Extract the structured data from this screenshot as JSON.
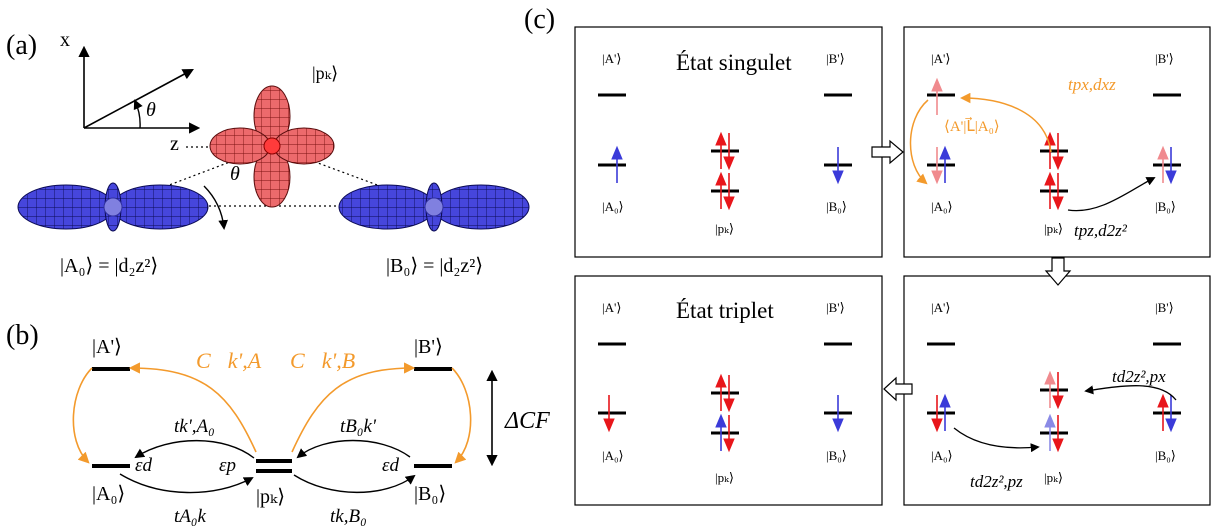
{
  "panels": {
    "a": "(a)",
    "b": "(b)",
    "c": "(c)"
  },
  "panel_a": {
    "axis_x": "x",
    "axis_z": "z",
    "theta": "θ",
    "pk_label": "|pₖ⟩",
    "a0_label": "|A₀⟩ = |d₂z²⟩",
    "b0_label": "|B₀⟩ = |d₂z²⟩"
  },
  "panel_b": {
    "a_prime": "|A'⟩",
    "b_prime": "|B'⟩",
    "a0": "|A₀⟩",
    "b0": "|B₀⟩",
    "pk": "|pₖ⟩",
    "eps_d_left": "εd",
    "eps_p": "εp",
    "eps_d_right": "εd",
    "c_ka": "C⃗k',A",
    "c_kb": "C⃗k',B",
    "t_k_a0": "tk',A₀",
    "t_b0_k": "tB₀k'",
    "t_a0_k": "tA₀k",
    "t_k_b0": "tk,B₀",
    "delta_cf": "ΔCF"
  },
  "panel_c": {
    "box1_title": "État singulet",
    "box3_title": "État triplet",
    "a_prime": "|A'⟩",
    "b_prime": "|B'⟩",
    "a0": "|A₀⟩",
    "b0": "|B₀⟩",
    "pk": "|pₖ⟩",
    "box2_t_top": "tpx,dxz",
    "box2_matrix": "⟨A'|L⃗|A₀⟩",
    "box2_t_bottom": "tpz,d2z²",
    "box4_t_top": "td2z²,px",
    "box4_t_bottom": "td2z²,pz"
  },
  "colors": {
    "red_lobe": "#e8585a",
    "blue_lobe": "#3a3ad6",
    "orange": "#f39a2c",
    "spin_red": "#e8161b",
    "spin_blue": "#3b3bd9",
    "spin_pink": "#f08a8e",
    "spin_lightblue": "#8a8ae6"
  }
}
